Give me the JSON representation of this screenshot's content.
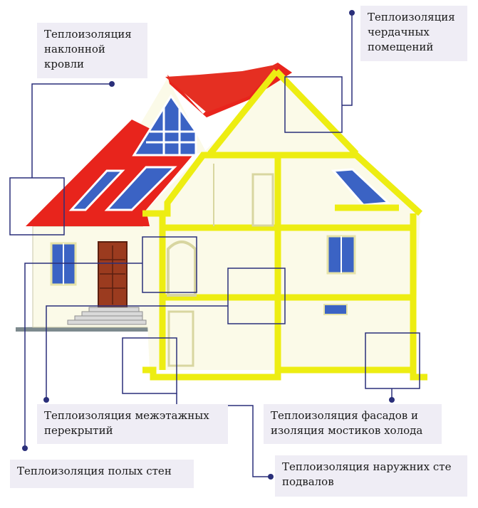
{
  "colors": {
    "roof": "#e8241c",
    "frame": "#eded12",
    "wall": "#fbfae8",
    "leader": "#2a2f7a",
    "label_bg": "#efedf5",
    "window": "#3b63c4",
    "door": "#9b3b1f"
  },
  "labels": {
    "roof": [
      "Теплоизоляция",
      "наклонной",
      "кровли"
    ],
    "attic": [
      "Теплоизоляция",
      "чердачных",
      "помещений"
    ],
    "floors": [
      "Теплоизоляция межэтажных",
      "перекрытий"
    ],
    "facade": [
      "Теплоизоляция фасадов и",
      "изоляция мостиков холода"
    ],
    "hollow_walls": [
      "Теплоизоляция полых стен"
    ],
    "basement": [
      "Теплоизоляция наружних сте",
      "подвалов"
    ]
  }
}
